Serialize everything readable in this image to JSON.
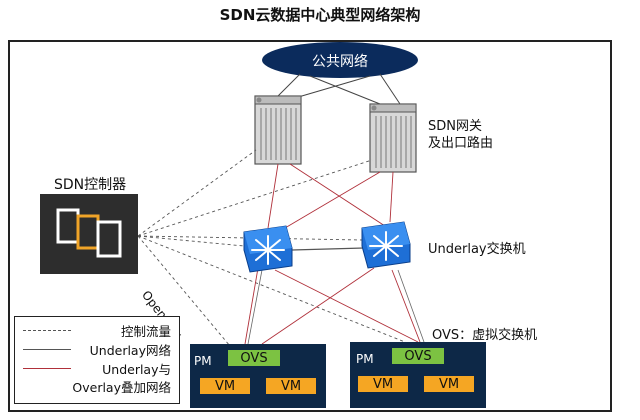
{
  "title": "SDN云数据中心典型网络架构",
  "public_network": "公共网络",
  "gateway_label_line1": "SDN网关",
  "gateway_label_line2": "及出口路由",
  "controller_label": "SDN控制器",
  "underlay_switch_label": "Underlay交换机",
  "ovs_label": "OVS：虚拟交换机",
  "openflow_label": "Openflow",
  "hosts": [
    {
      "pm": "PM",
      "ovs": "OVS",
      "vms": [
        "VM",
        "VM"
      ]
    },
    {
      "pm": "PM",
      "ovs": "OVS",
      "vms": [
        "VM",
        "VM"
      ]
    }
  ],
  "legend": {
    "control_flow": "控制流量",
    "underlay_net": "Underlay网络",
    "overlay_line1": "Underlay与",
    "overlay_line2": "Overlay叠加网络"
  },
  "colors": {
    "cloud": "#0b2b5c",
    "host_bg": "#0d2847",
    "ovs_green": "#7cc242",
    "vm_orange": "#f5a623",
    "switch_blue": "#1e6fd6",
    "red_line": "#b0303a",
    "gray_line": "#555555"
  }
}
